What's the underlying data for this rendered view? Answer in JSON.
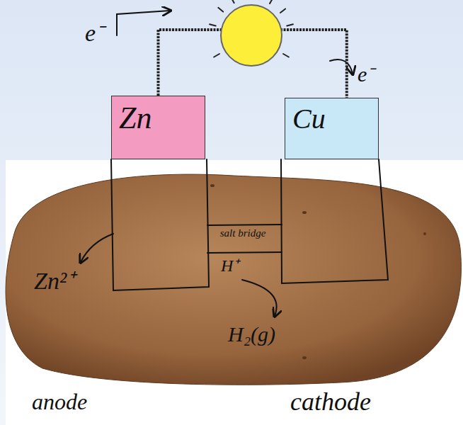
{
  "diagram": {
    "nodes": [
      {
        "text": [
          "Zn"
        ]
      },
      {
        "text": [
          "Cu"
        ]
      }
    ],
    "edges": [
      {
        "from": 0,
        "to": 1,
        "arrow": "none"
      }
    ],
    "labels": [
      "e⁻",
      "e⁻",
      "Zn²⁺",
      "salt bridge",
      "H⁺",
      "H₂(g)",
      "anode",
      "cathode"
    ]
  }
}
